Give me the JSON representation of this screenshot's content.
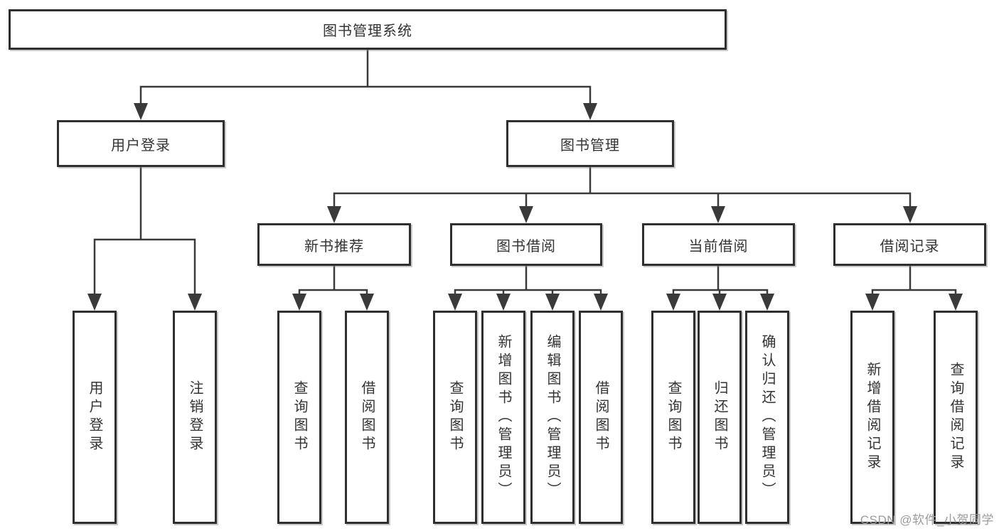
{
  "diagram": {
    "root": "图书管理系统",
    "user_login": {
      "label": "用户登录",
      "leaves": [
        "用户登录",
        "注销登录"
      ]
    },
    "book_management": {
      "label": "图书管理",
      "sections": [
        {
          "label": "新书推荐",
          "leaves": [
            "查询图书",
            "借阅图书"
          ]
        },
        {
          "label": "图书借阅",
          "leaves": [
            "查询图书",
            "新增图书（管理员）",
            "编辑图书（管理员）",
            "借阅图书"
          ]
        },
        {
          "label": "当前借阅",
          "leaves": [
            "查询图书",
            "归还图书",
            "确认归还（管理员）"
          ]
        },
        {
          "label": "借阅记录",
          "leaves": [
            "新增借阅记录",
            "查询借阅记录"
          ]
        }
      ]
    }
  },
  "watermark": "CSDN @软件_小贺同学",
  "colors": {
    "line": "#3a3a3a",
    "border": "#2f2f2f",
    "text": "#333333",
    "watermark": "#9b9b9b",
    "background": "#ffffff"
  }
}
